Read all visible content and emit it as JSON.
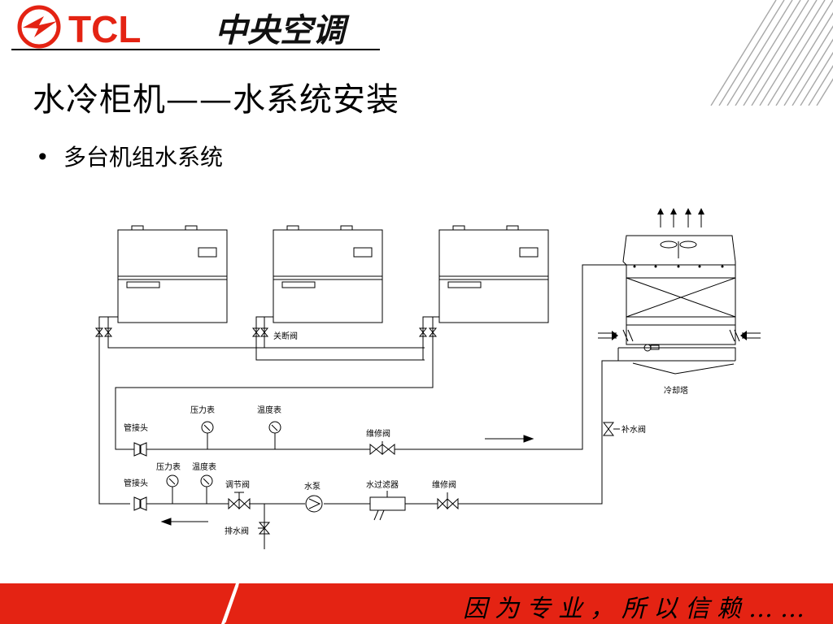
{
  "brand": {
    "logo_text": "TCL",
    "logo_subtitle": "中央空调"
  },
  "slide": {
    "title": "水冷柜机——水系统安装",
    "bullet": "多台机组水系统",
    "footer_slogan": "因为专业，所以信赖……"
  },
  "diagram": {
    "labels": {
      "shutoff_valve": "关断阀",
      "cooling_tower": "冷却塔",
      "pipe_joint_top": "管接头",
      "pressure_gauge_top": "压力表",
      "thermometer_top": "温度表",
      "service_valve_top": "维修阀",
      "makeup_valve": "补水阀",
      "pipe_joint_bottom": "管接头",
      "pressure_gauge_bottom": "压力表",
      "thermometer_bottom": "温度表",
      "regulating_valve": "调节阀",
      "water_pump": "水泵",
      "water_filter": "水过滤器",
      "service_valve_bottom": "维修阀",
      "drain_valve": "排水阀"
    }
  },
  "colors": {
    "brand_red": "#e42313",
    "black": "#000000",
    "stripe_gray": "#9a9a9a"
  }
}
